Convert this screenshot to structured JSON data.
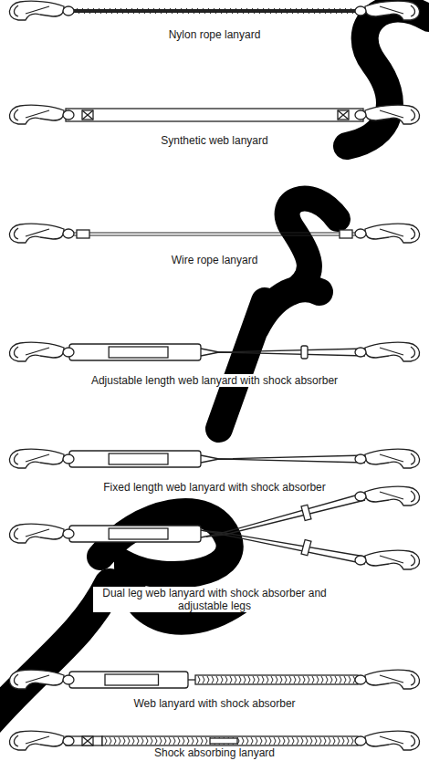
{
  "diagram": {
    "labels": [
      "Nylon rope lanyard",
      "Synthetic web lanyard",
      "Wire rope lanyard",
      "Adjustable length web lanyard with shock absorber",
      "Fixed length web lanyard with shock absorber",
      "Dual leg web lanyard with shock absorber and adjustable legs",
      "Web lanyard with shock absorber",
      "Shock absorbing lanyard"
    ]
  }
}
